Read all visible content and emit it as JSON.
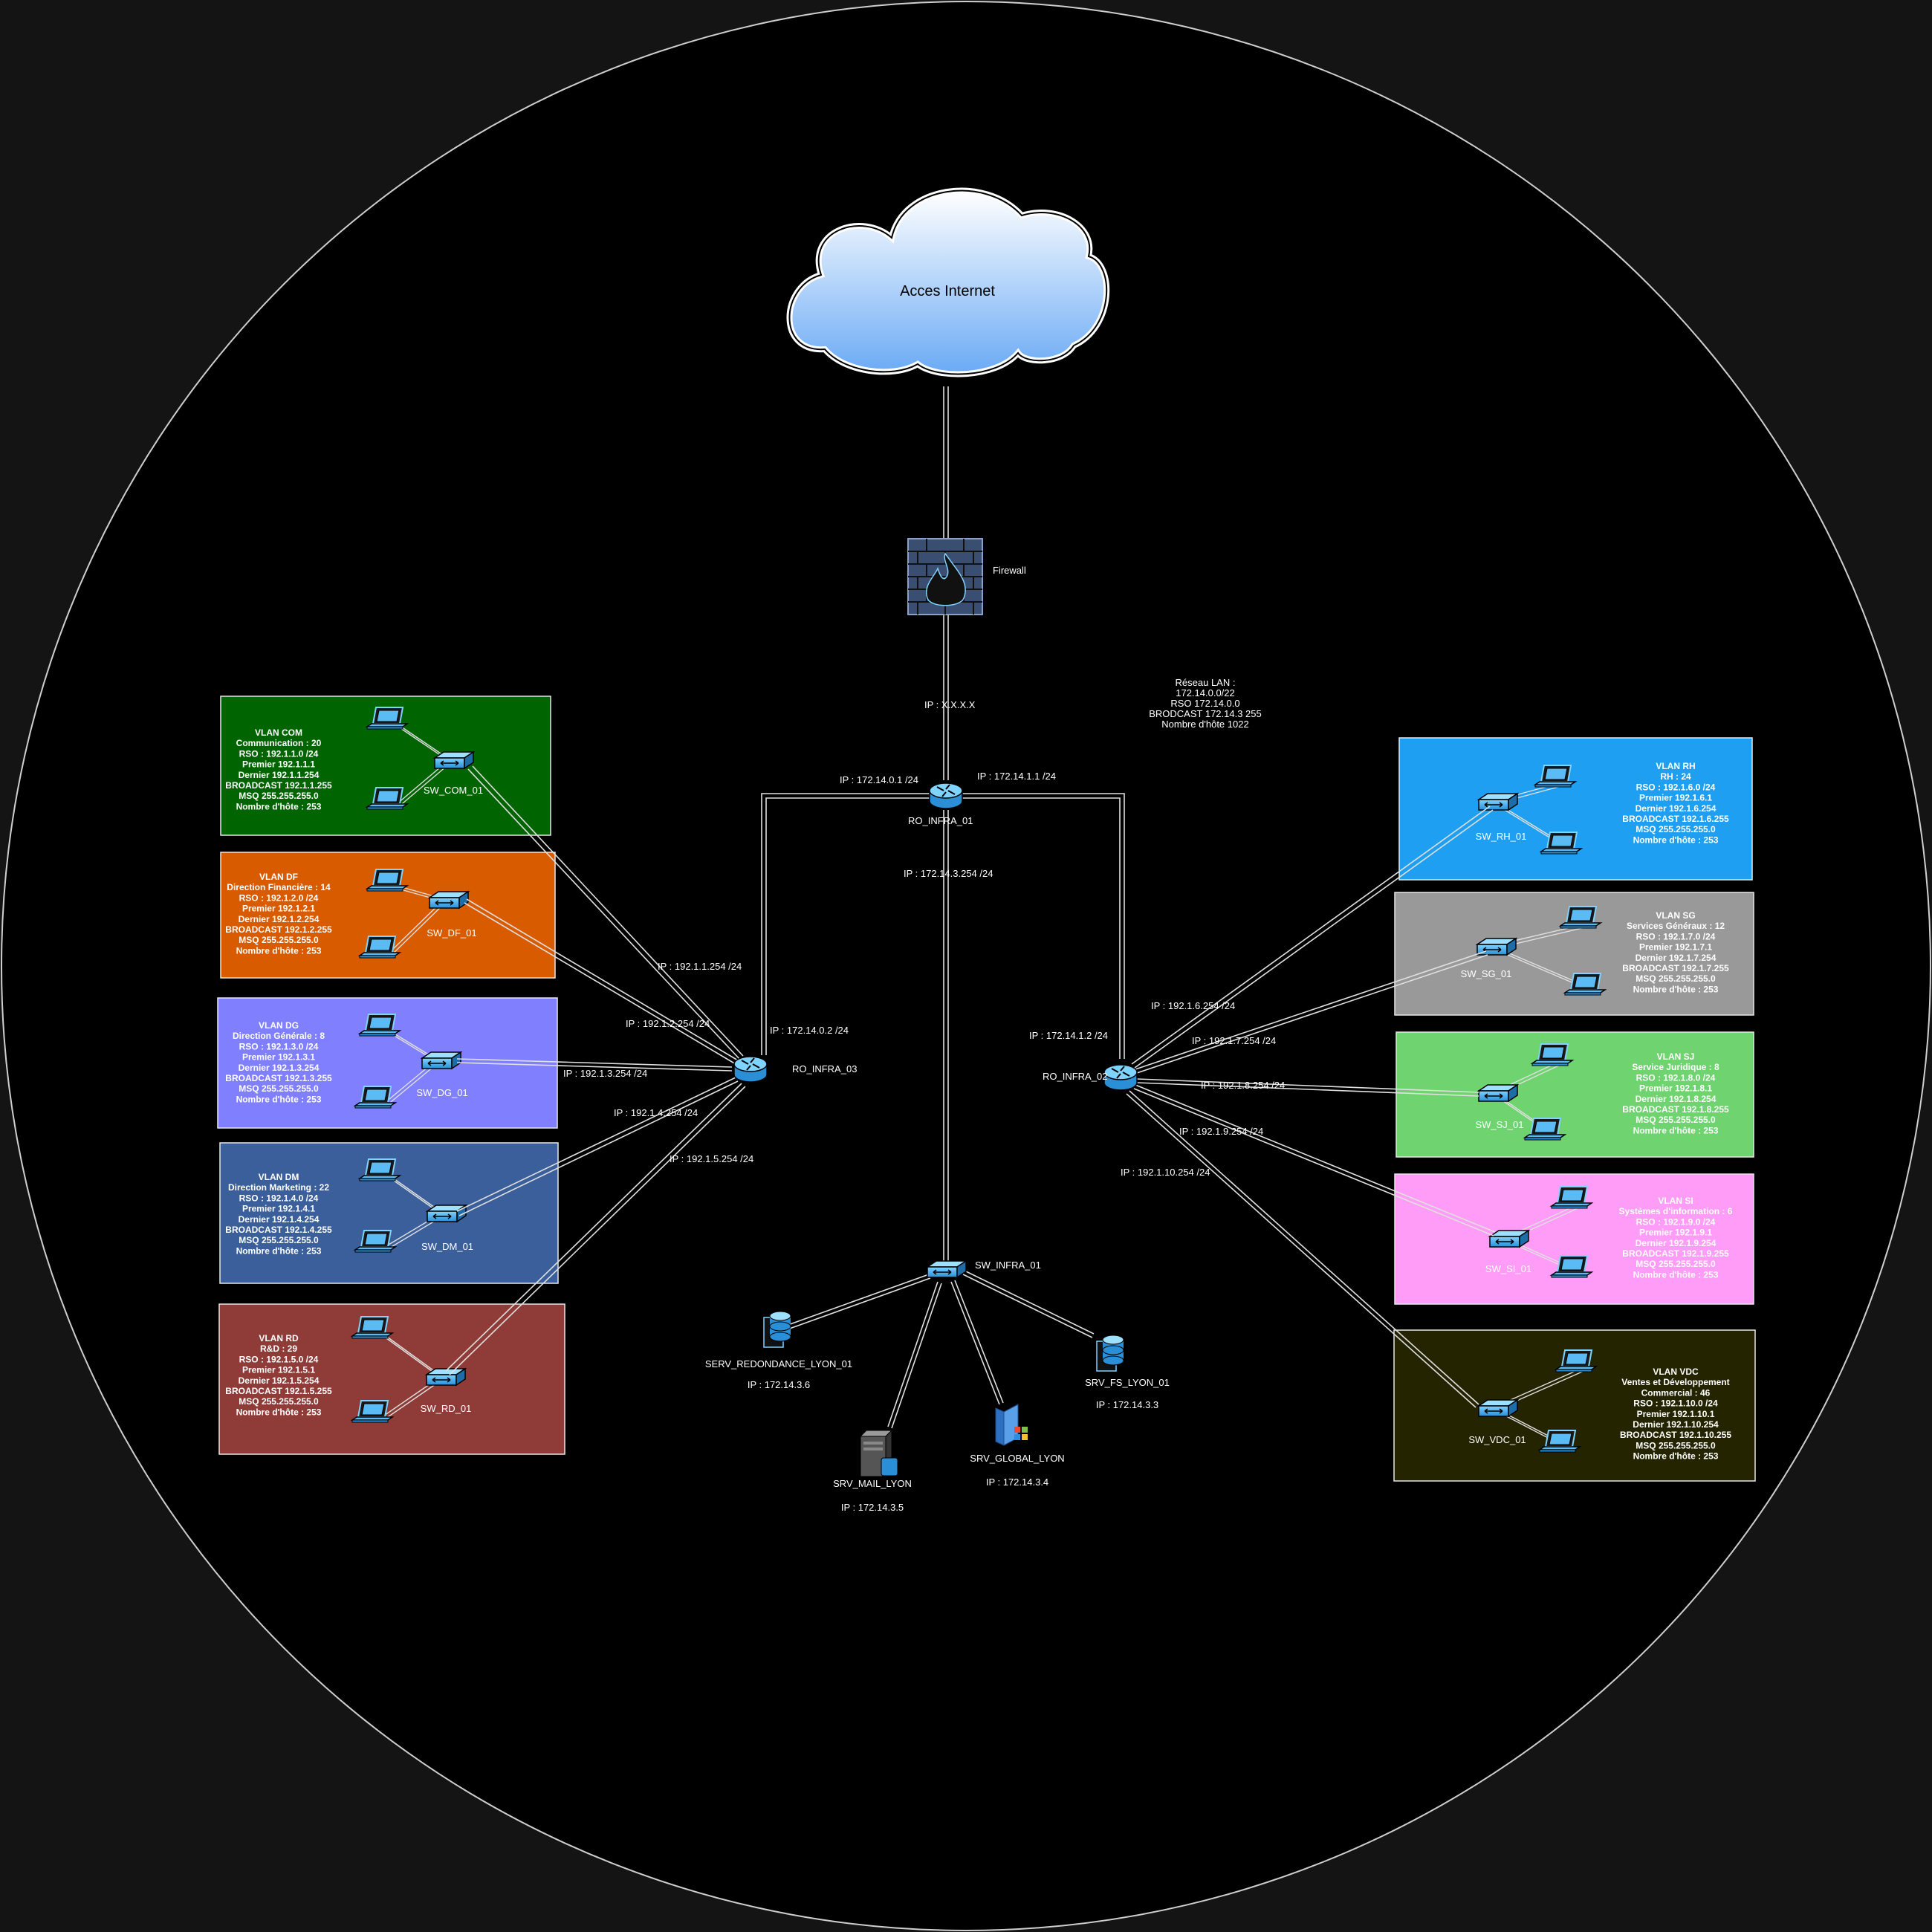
{
  "internet": {
    "label": "Acces Internet"
  },
  "firewall": {
    "label": "Firewall"
  },
  "lan_info": [
    "Réseau LAN :",
    "172.14.0.0/22",
    "RSO 172.14.0.0",
    "BRODCAST 172.14.3 255",
    "Nombre d'hôte 1022"
  ],
  "routers": {
    "ro1": {
      "label": "RO_INFRA_01"
    },
    "ro2": {
      "label": "RO_INFRA_02"
    },
    "ro3": {
      "label": "RO_INFRA_03"
    }
  },
  "link_labels": {
    "fw_ro1": "IP : X.X.X.X",
    "ro1_left": "IP : 172.14.0.1 /24",
    "ro1_right": "IP : 172.14.1.1 /24",
    "ro1_down": "IP : 172.14.3.254 /24",
    "ro3_up": "IP : 172.14.0.2 /24",
    "ro2_up": "IP : 172.14.1.2 /24",
    "ro3_com": "IP : 192.1.1.254 /24",
    "ro3_df": "IP : 192.1.2.254 /24",
    "ro3_dg": "IP : 192.1.3.254 /24",
    "ro3_dm": "IP : 192.1.4.254 /24",
    "ro3_rd": "IP : 192.1.5.254 /24",
    "ro2_rh": "IP : 192.1.6.254 /24",
    "ro2_sg": "IP : 192.1.7.254 /24",
    "ro2_sj": "IP : 192.1.8.254 /24",
    "ro2_si": "IP : 192.1.9.254 /24",
    "ro2_vdc": "IP : 192.1.10.254 /24"
  },
  "sw_infra": {
    "label": "SW_INFRA_01"
  },
  "servers": [
    {
      "name": "SERV_REDONDANCE_LYON_01",
      "ip": "IP : 172.14.3.6",
      "icon": "database-server-icon"
    },
    {
      "name": "SRV_MAIL_LYON",
      "ip": "IP : 172.14.3.5",
      "icon": "mail-server-icon"
    },
    {
      "name": "SRV_GLOBAL_LYON",
      "ip": "IP : 172.14.3.4",
      "icon": "windows-server-icon"
    },
    {
      "name": "SRV_FS_LYON_01",
      "ip": "IP : 172.14.3.3",
      "icon": "database-server-icon"
    }
  ],
  "vlans": [
    {
      "id": "com",
      "color": "#006400",
      "text_color": "#ffffff",
      "switch": "SW_COM_01",
      "lines": [
        "VLAN COM",
        "Communication : 20",
        "RSO : 192.1.1.0 /24",
        "Premier 192.1.1.1",
        "Dernier 192.1.1.254",
        "BROADCAST 192.1.1.255",
        "MSQ 255.255.255.0",
        "Nombre d'hôte : 253"
      ]
    },
    {
      "id": "df",
      "color": "#d95b00",
      "text_color": "#ffffff",
      "switch": "SW_DF_01",
      "lines": [
        "VLAN DF",
        "Direction Financière : 14",
        "RSO : 192.1.2.0 /24",
        "Premier 192.1.2.1",
        "Dernier 192.1.2.254",
        "BROADCAST 192.1.2.255",
        "MSQ 255.255.255.0",
        "Nombre d'hôte : 253"
      ]
    },
    {
      "id": "dg",
      "color": "#8080ff",
      "text_color": "#ffffff",
      "switch": "SW_DG_01",
      "lines": [
        "VLAN DG",
        "Direction Générale : 8",
        "RSO : 192.1.3.0 /24",
        "Premier 192.1.3.1",
        "Dernier 192.1.3.254",
        "BROADCAST 192.1.3.255",
        "MSQ 255.255.255.0",
        "Nombre d'hôte : 253"
      ]
    },
    {
      "id": "dm",
      "color": "#3a5f9a",
      "text_color": "#ffffff",
      "switch": "SW_DM_01",
      "lines": [
        "VLAN DM",
        "Direction Marketing : 22",
        "RSO : 192.1.4.0 /24",
        "Premier 192.1.4.1",
        "Dernier 192.1.4.254",
        "BROADCAST 192.1.4.255",
        "MSQ 255.255.255.0",
        "Nombre d'hôte : 253"
      ]
    },
    {
      "id": "rd",
      "color": "#8f3b37",
      "text_color": "#ffffff",
      "switch": "SW_RD_01",
      "lines": [
        "VLAN RD",
        "R&D : 29",
        "RSO : 192.1.5.0 /24",
        "Premier 192.1.5.1",
        "Dernier 192.1.5.254",
        "BROADCAST 192.1.5.255",
        "MSQ 255.255.255.0",
        "Nombre d'hôte : 253"
      ]
    },
    {
      "id": "rh",
      "color": "#1e9ff2",
      "text_color": "#ffffff",
      "switch": "SW_RH_01",
      "lines": [
        "VLAN RH",
        "RH : 24",
        "RSO : 192.1.6.0 /24",
        "Premier 192.1.6.1",
        "Dernier 192.1.6.254",
        "BROADCAST 192.1.6.255",
        "MSQ 255.255.255.0",
        "Nombre d'hôte : 253"
      ]
    },
    {
      "id": "sg",
      "color": "#999999",
      "text_color": "#ffffff",
      "switch": "SW_SG_01",
      "lines": [
        "VLAN SG",
        "Services Généraux : 12",
        "RSO : 192.1.7.0 /24",
        "Premier 192.1.7.1",
        "Dernier 192.1.7.254",
        "BROADCAST 192.1.7.255",
        "MSQ 255.255.255.0",
        "Nombre d'hôte : 253"
      ]
    },
    {
      "id": "sj",
      "color": "#6fd46f",
      "text_color": "#ffffff",
      "switch": "SW_SJ_01",
      "lines": [
        "VLAN SJ",
        "Service Juridique : 8",
        "RSO : 192.1.8.0 /24",
        "Premier 192.1.8.1",
        "Dernier 192.1.8.254",
        "BROADCAST 192.1.8.255",
        "MSQ 255.255.255.0",
        "Nombre d'hôte : 253"
      ]
    },
    {
      "id": "si",
      "color": "#ff9cf7",
      "text_color": "#ffffff",
      "switch": "SW_SI_01",
      "lines": [
        "VLAN SI",
        "Systèmes d'information : 6",
        "RSO : 192.1.9.0 /24",
        "Premier 192.1.9.1",
        "Dernier 192.1.9.254",
        "BROADCAST 192.1.9.255",
        "MSQ 255.255.255.0",
        "Nombre d'hôte : 253"
      ]
    },
    {
      "id": "vdc",
      "color": "#242400",
      "text_color": "#ffffff",
      "switch": "SW_VDC_01",
      "lines": [
        "VLAN VDC",
        "Ventes et Développement",
        "Commercial : 46",
        "RSO : 192.1.10.0 /24",
        "Premier 192.1.10.1",
        "Dernier 192.1.10.254",
        "BROADCAST 192.1.10.255",
        "MSQ 255.255.255.0",
        "Nombre d'hôte : 253"
      ]
    }
  ]
}
